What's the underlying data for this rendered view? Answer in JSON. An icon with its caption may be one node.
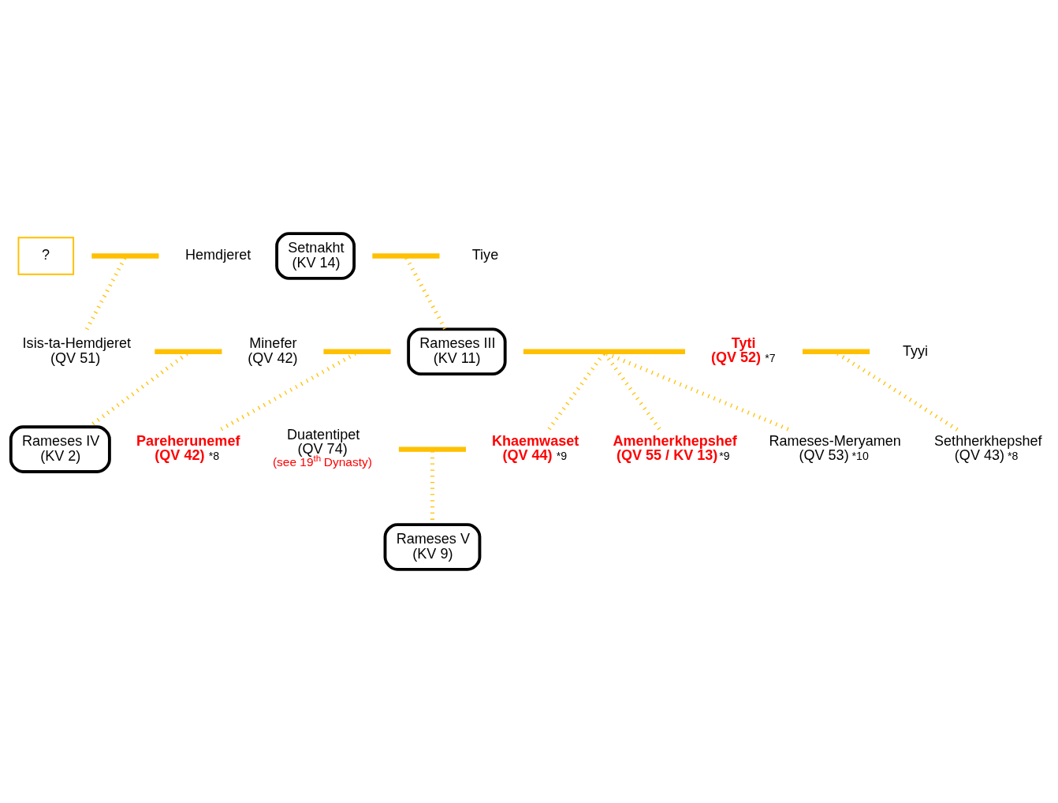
{
  "diagram": {
    "nodes": [
      {
        "text": [
          "?"
        ]
      },
      {
        "text": [],
        "shape": "bar"
      },
      {
        "text": [
          "Hemdjeret"
        ]
      },
      {
        "text": [
          "Setnakht (KV 14)"
        ]
      },
      {
        "text": [],
        "shape": "bar"
      },
      {
        "text": [
          "Tiye"
        ]
      },
      {
        "text": [
          "Isis-ta-Hemdjeret (QV 51)"
        ]
      },
      {
        "text": [],
        "shape": "bar"
      },
      {
        "text": [
          "Minefer (QV 42)"
        ]
      },
      {
        "text": [],
        "shape": "bar"
      },
      {
        "text": [
          "Rameses III (KV 11)"
        ]
      },
      {
        "text": [],
        "shape": "bar"
      },
      {
        "text": [
          "Tyti (QV 52)"
        ],
        "beside": [
          "*7"
        ]
      },
      {
        "text": [],
        "shape": "bar"
      },
      {
        "text": [
          "Tyyi"
        ]
      },
      {
        "text": [
          "Duatentipet (QV 74)",
          "(see 19$^{th}$ Dynasty)"
        ]
      },
      {
        "text": [],
        "shape": "bar"
      },
      {
        "text": [
          "Rameses IV (KV 2)"
        ]
      },
      {
        "text": [
          "Pareherunemef (QV 42)"
        ],
        "beside": [
          "*8"
        ]
      },
      {
        "text": [
          "Khaemwaset (QV 44)"
        ],
        "beside": [
          "*9"
        ]
      },
      {
        "text": [
          "Amenherkhepshef (QV 55 / KV 13)"
        ],
        "beside": [
          "*9"
        ]
      },
      {
        "text": [
          "Rameses-Meryamen (QV 53)"
        ],
        "beside": [
          "*10"
        ]
      },
      {
        "text": [
          "Sethherkhepshef (QV 43)"
        ],
        "beside": [
          "*8"
        ]
      },
      {
        "text": [
          "Rameses V (KV 9)"
        ]
      }
    ],
    "edges": [
      {
        "from": 1,
        "to": 6,
        "arrow": "none"
      },
      {
        "from": 4,
        "to": 10,
        "arrow": "none"
      },
      {
        "from": 7,
        "to": 17,
        "arrow": "none"
      },
      {
        "from": 9,
        "to": 18,
        "arrow": "none"
      },
      {
        "from": 11,
        "to": 19,
        "arrow": "none"
      },
      {
        "from": 11,
        "to": 20,
        "arrow": "none"
      },
      {
        "from": 11,
        "to": 21,
        "arrow": "none"
      },
      {
        "from": 13,
        "to": 22,
        "arrow": "none"
      },
      {
        "from": 16,
        "to": 23,
        "arrow": "none"
      }
    ]
  }
}
